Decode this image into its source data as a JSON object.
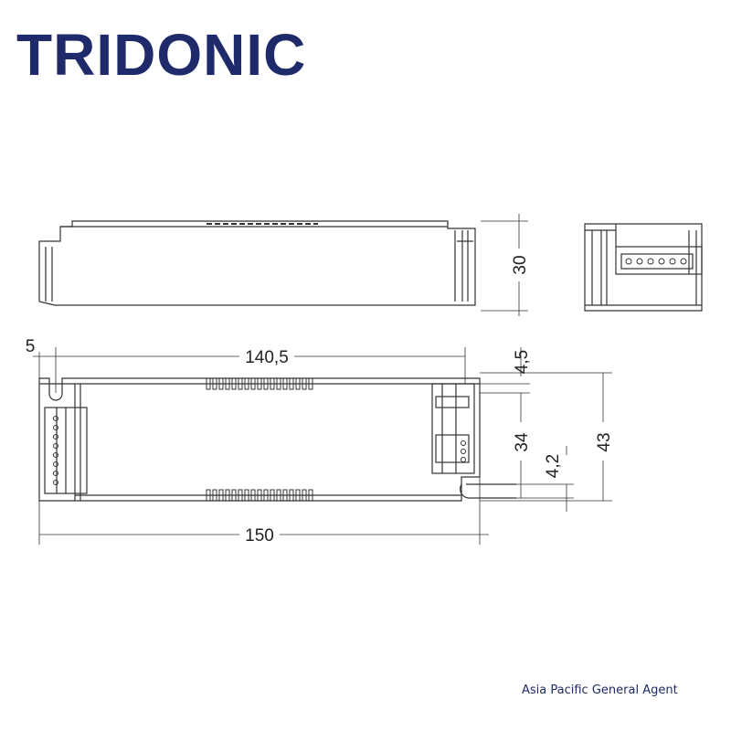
{
  "brand": {
    "logo_text": "TRIDONIC",
    "color": "#1f2a6b"
  },
  "footer": {
    "agent_text": "Asia Pacific General Agent"
  },
  "dimensions": {
    "height_30": "30",
    "pitch_140_5": "140,5",
    "offset_5": "5",
    "offset_4_5": "4,5",
    "width_34": "34",
    "offset_4_2": "4,2",
    "width_43": "43",
    "length_150": "150"
  }
}
